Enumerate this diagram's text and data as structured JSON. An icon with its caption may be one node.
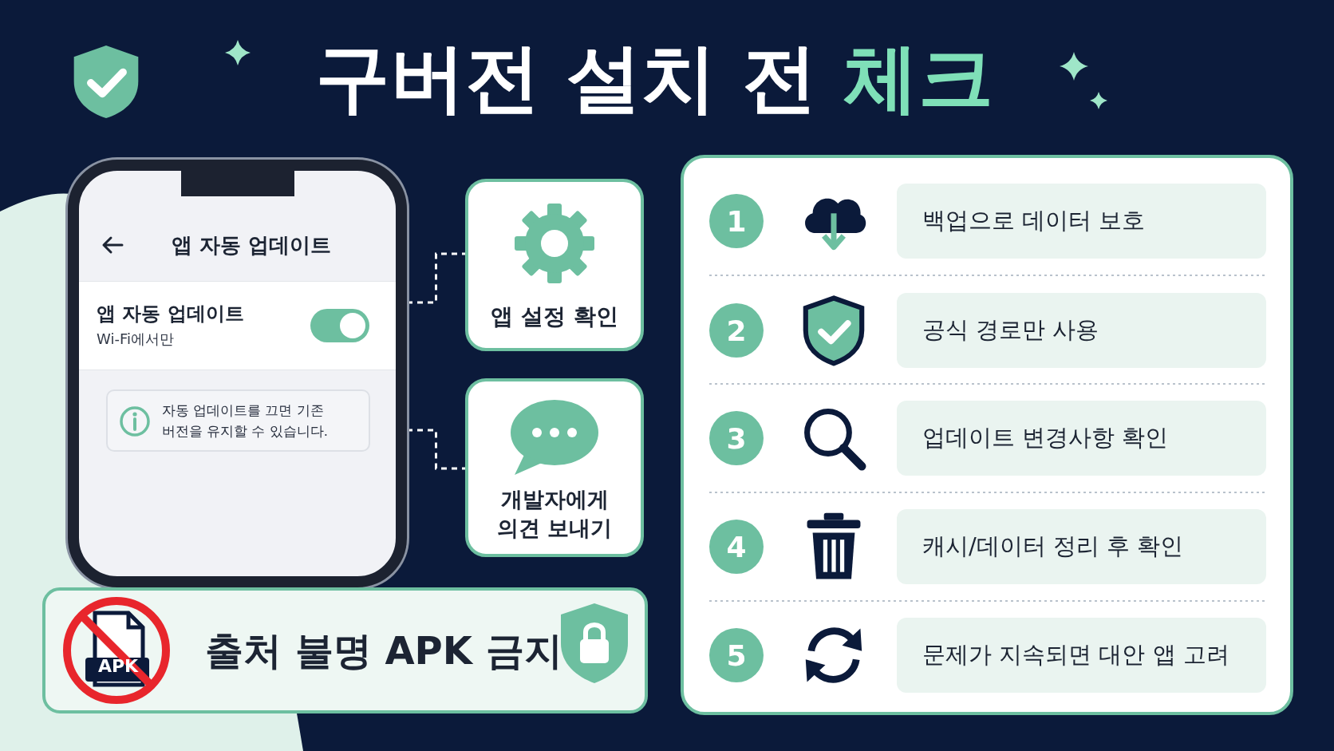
{
  "diagram": {
    "title": "구버전 설치 전 체크",
    "nodes": [
      {
        "text": [
          "앱 자동 업데이트"
        ]
      },
      {
        "text": [
          "앱 자동 업데이트",
          "Wi-Fi에서만"
        ],
        "in": 0
      },
      {
        "text": [
          "자동 업데이트를 끄면 기존 버전을 유지할 수 있습니다."
        ],
        "in": 0
      },
      {
        "text": [
          "앱 설정 확인"
        ]
      },
      {
        "text": [
          "개발자에게 의견 보내기"
        ]
      },
      {
        "text": [
          "APK",
          "출처 불명 APK 금지"
        ]
      },
      {
        "text": [],
        "shape": "box"
      },
      {
        "text": [
          "1"
        ],
        "in": 6
      },
      {
        "text": [
          "백업으로 데이터 보호"
        ],
        "in": 6
      },
      {
        "text": [
          "2"
        ],
        "in": 6
      },
      {
        "text": [
          "공식 경로만 사용"
        ],
        "in": 6
      },
      {
        "text": [
          "3"
        ],
        "in": 6
      },
      {
        "text": [
          "업데이트 변경사항 확인"
        ],
        "in": 6
      },
      {
        "text": [
          "4"
        ],
        "in": 6
      },
      {
        "text": [
          "캐시/데이터 정리 후 확인"
        ],
        "in": 6
      },
      {
        "text": [
          "5"
        ],
        "in": 6
      },
      {
        "text": [
          "문제가 지속되면 대안 앱 고려"
        ],
        "in": 6
      }
    ],
    "edges": [
      {
        "from": 0,
        "to": 3,
        "arrow": "none",
        "style": "dashed"
      },
      {
        "from": 0,
        "to": 4,
        "arrow": "none",
        "style": "dashed"
      }
    ]
  }
}
